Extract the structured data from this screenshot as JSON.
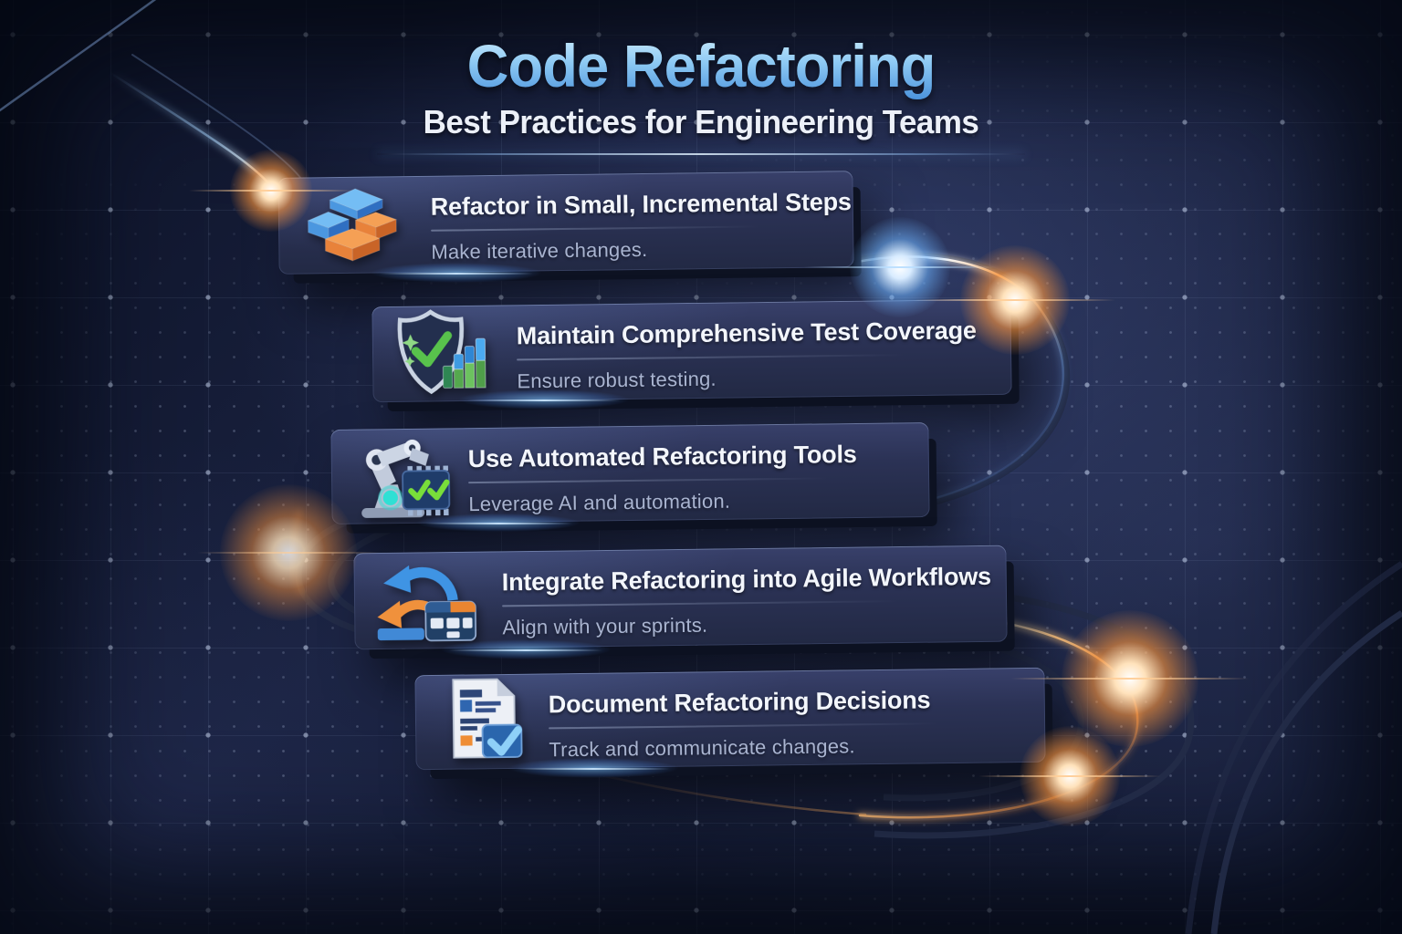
{
  "header": {
    "title": "Code Refactoring",
    "subtitle": "Best Practices for Engineering Teams"
  },
  "cards": [
    {
      "icon": "stacked-blocks-icon",
      "title": "Refactor in Small, Incremental Steps",
      "description": "Make iterative changes."
    },
    {
      "icon": "shield-checkmark-chart-icon",
      "title": "Maintain Comprehensive Test Coverage",
      "description": "Ensure robust testing."
    },
    {
      "icon": "robot-arm-chip-icon",
      "title": "Use Automated Refactoring Tools",
      "description": "Leverage AI and automation."
    },
    {
      "icon": "cycle-arrows-kanban-icon",
      "title": "Integrate Refactoring into Agile Workflows",
      "description": "Align with your sprints."
    },
    {
      "icon": "document-checkmark-icon",
      "title": "Document Refactoring Decisions",
      "description": "Track and communicate changes."
    }
  ],
  "colors": {
    "background": "#161d36",
    "card_surface": "#2b3255",
    "title_gradient_top": "#d4f0fd",
    "title_gradient_bottom": "#4a92dc",
    "subtitle_text": "#ecf0f8",
    "card_title_text": "#f3f6fc",
    "card_description_text": "#a9b4d0",
    "accent_blue": "#4aa3f0",
    "accent_orange": "#f08a3c",
    "accent_green": "#5cc44e",
    "accent_cyan": "#2fe0d4"
  }
}
